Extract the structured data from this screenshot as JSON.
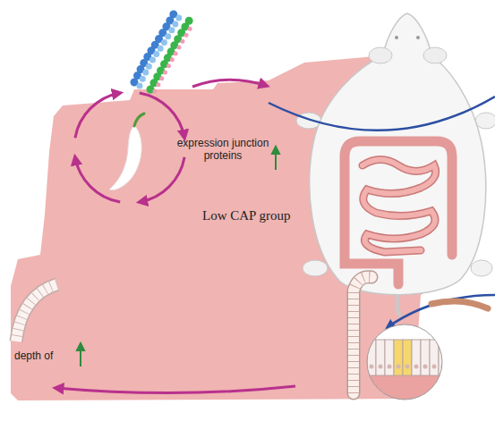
{
  "diagram": {
    "labels": [
      "expression junction proteins",
      "Low CAP group",
      "depth of"
    ]
  }
}
